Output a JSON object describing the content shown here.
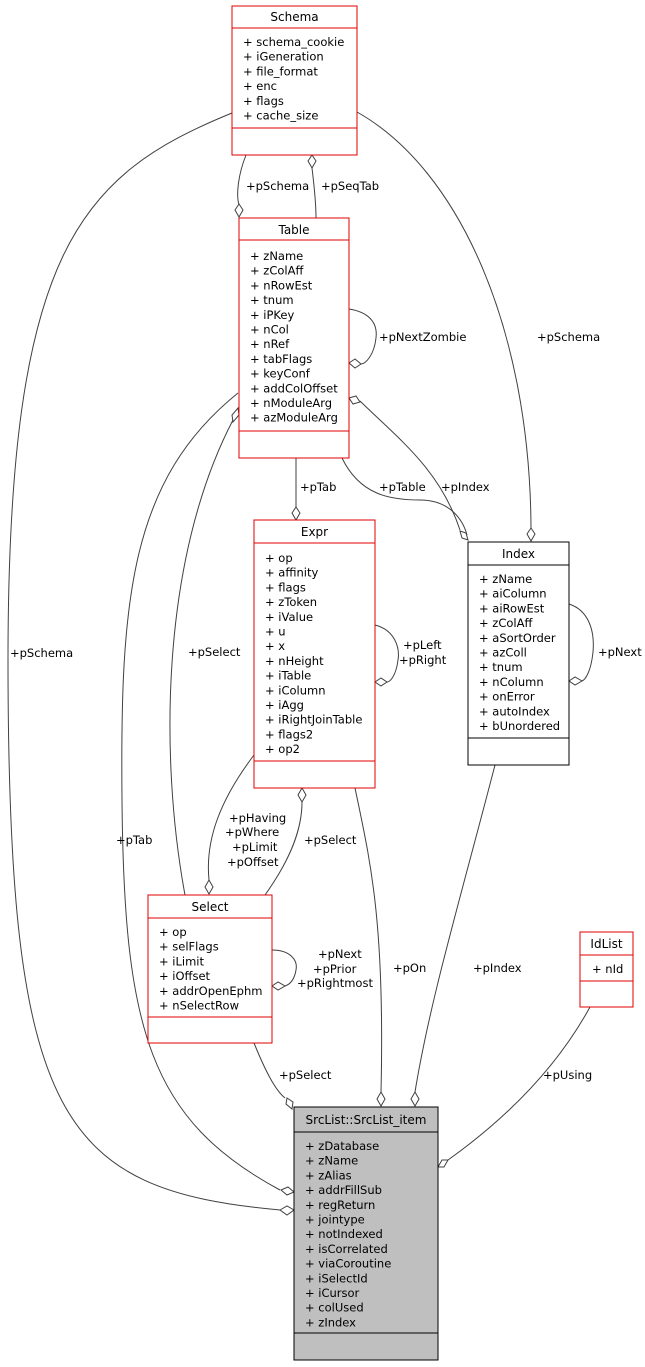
{
  "classes": {
    "schema": {
      "name": "Schema",
      "fields": [
        "+ schema_cookie",
        "+ iGeneration",
        "+ file_format",
        "+ enc",
        "+ flags",
        "+ cache_size"
      ]
    },
    "table": {
      "name": "Table",
      "fields": [
        "+ zName",
        "+ zColAff",
        "+ nRowEst",
        "+ tnum",
        "+ iPKey",
        "+ nCol",
        "+ nRef",
        "+ tabFlags",
        "+ keyConf",
        "+ addColOffset",
        "+ nModuleArg",
        "+ azModuleArg"
      ]
    },
    "expr": {
      "name": "Expr",
      "fields": [
        "+ op",
        "+ affinity",
        "+ flags",
        "+ zToken",
        "+ iValue",
        "+ u",
        "+ x",
        "+ nHeight",
        "+ iTable",
        "+ iColumn",
        "+ iAgg",
        "+ iRightJoinTable",
        "+ flags2",
        "+ op2"
      ]
    },
    "index": {
      "name": "Index",
      "fields": [
        "+ zName",
        "+ aiColumn",
        "+ aiRowEst",
        "+ zColAff",
        "+ aSortOrder",
        "+ azColl",
        "+ tnum",
        "+ nColumn",
        "+ onError",
        "+ autoIndex",
        "+ bUnordered"
      ]
    },
    "select": {
      "name": "Select",
      "fields": [
        "+ op",
        "+ selFlags",
        "+ iLimit",
        "+ iOffset",
        "+ addrOpenEphm",
        "+ nSelectRow"
      ]
    },
    "idlist": {
      "name": "IdList",
      "fields": [
        "+ nId"
      ]
    },
    "srclist_item": {
      "name": "SrcList::SrcList_item",
      "fields": [
        "+ zDatabase",
        "+ zName",
        "+ zAlias",
        "+ addrFillSub",
        "+ regReturn",
        "+ jointype",
        "+ notIndexed",
        "+ isCorrelated",
        "+ viaCoroutine",
        "+ iSelectId",
        "+ iCursor",
        "+ colUsed",
        "+ zIndex"
      ]
    }
  },
  "edge_labels": {
    "pSchema_table": "+pSchema",
    "pSeqTab": "+pSeqTab",
    "pNextZombie": "+pNextZombie",
    "pSchema_index": "+pSchema",
    "pSchema_item": "+pSchema",
    "pTab_expr": "+pTab",
    "pTable": "+pTable",
    "pIndex_table": "+pIndex",
    "pSelect_table": "+pSelect",
    "pLeft": "+pLeft",
    "pRight": "+pRight",
    "pNext_index": "+pNext",
    "pTab_item": "+pTab",
    "pHaving": "+pHaving",
    "pWhere": "+pWhere",
    "pLimit": "+pLimit",
    "pOffset": "+pOffset",
    "pSelect_expr": "+pSelect",
    "pNext_select": "+pNext",
    "pPrior": "+pPrior",
    "pRightmost": "+pRightmost",
    "pOn": "+pOn",
    "pIndex_item": "+pIndex",
    "pUsing": "+pUsing",
    "pSelect_item": "+pSelect"
  },
  "colors": {
    "border_red": "#e00000",
    "highlight_fill": "#bfbfbf",
    "edge": "#404040"
  }
}
